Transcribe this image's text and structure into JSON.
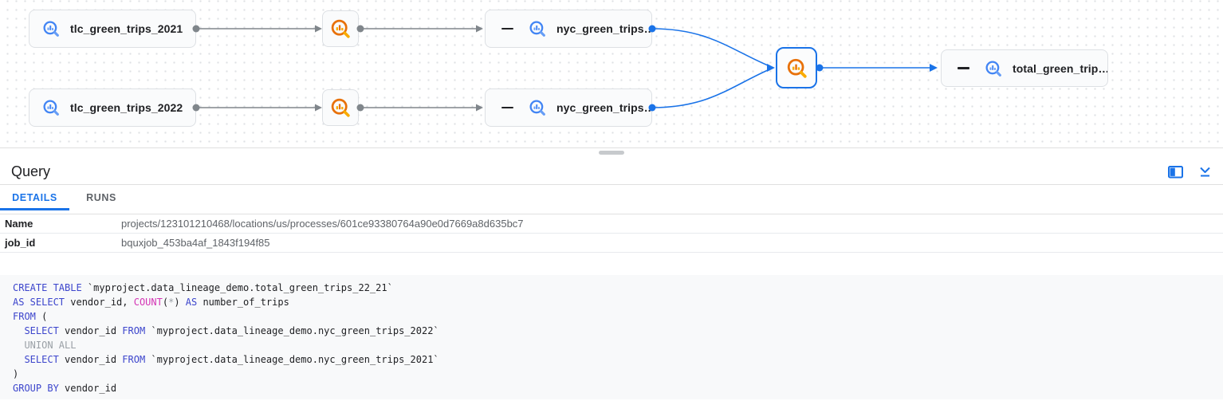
{
  "colors": {
    "accent": "#1a73e8",
    "edge-gray": "#80868b",
    "node-bg": "#fafbfc",
    "node-border": "#dde0e4",
    "bq-blue": "#4285f4",
    "bq-blue-light": "#669df6",
    "bq-orange": "#e8710a",
    "bq-orange-light": "#f9ab00",
    "code-bg": "#f8f9fa",
    "code-kw": "#3c45cc",
    "code-fn": "#d435b5",
    "code-muted": "#9aa0a6",
    "code-text": "#202124"
  },
  "graph": {
    "nodes": {
      "t2021": {
        "label": "tlc_green_trips_2021",
        "type": "table"
      },
      "t2022": {
        "label": "tlc_green_trips_2022",
        "type": "table"
      },
      "nyc_top": {
        "label": "nyc_green_trips…",
        "type": "table",
        "collapsible": true
      },
      "nyc_bottom": {
        "label": "nyc_green_trips…",
        "type": "table",
        "collapsible": true
      },
      "total": {
        "label": "total_green_trip…",
        "type": "table",
        "collapsible": true
      },
      "process_top": {
        "type": "process"
      },
      "process_bottom": {
        "type": "process"
      },
      "process_selected": {
        "type": "process",
        "selected": true
      }
    }
  },
  "panel": {
    "title": "Query",
    "tabs": [
      {
        "label": "DETAILS",
        "active": true
      },
      {
        "label": "RUNS",
        "active": false
      }
    ],
    "details": {
      "rows": [
        {
          "key": "Name",
          "value": "projects/123101210468/locations/us/processes/601ce93380764a90e0d7669a8d635bc7"
        },
        {
          "key": "job_id",
          "value": "bquxjob_453ba4af_1843f194f85"
        }
      ]
    }
  },
  "sql": {
    "lines": [
      [
        {
          "t": "CREATE TABLE",
          "c": "kw"
        },
        {
          "t": " `myproject.data_lineage_demo.total_green_trips_22_21`",
          "c": "txt"
        }
      ],
      [
        {
          "t": "AS SELECT",
          "c": "kw"
        },
        {
          "t": " vendor_id, ",
          "c": "txt"
        },
        {
          "t": "COUNT",
          "c": "fn"
        },
        {
          "t": "(",
          "c": "txt"
        },
        {
          "t": "*",
          "c": "muted"
        },
        {
          "t": ") ",
          "c": "txt"
        },
        {
          "t": "AS",
          "c": "kw"
        },
        {
          "t": " number_of_trips",
          "c": "txt"
        }
      ],
      [
        {
          "t": "FROM",
          "c": "kw"
        },
        {
          "t": " (",
          "c": "txt"
        }
      ],
      [
        {
          "t": "  ",
          "c": "txt"
        },
        {
          "t": "SELECT",
          "c": "kw"
        },
        {
          "t": " vendor_id ",
          "c": "txt"
        },
        {
          "t": "FROM",
          "c": "kw"
        },
        {
          "t": " `myproject.data_lineage_demo.nyc_green_trips_2022`",
          "c": "txt"
        }
      ],
      [
        {
          "t": "  ",
          "c": "txt"
        },
        {
          "t": "UNION ALL",
          "c": "muted"
        }
      ],
      [
        {
          "t": "  ",
          "c": "txt"
        },
        {
          "t": "SELECT",
          "c": "kw"
        },
        {
          "t": " vendor_id ",
          "c": "txt"
        },
        {
          "t": "FROM",
          "c": "kw"
        },
        {
          "t": " `myproject.data_lineage_demo.nyc_green_trips_2021`",
          "c": "txt"
        }
      ],
      [
        {
          "t": ")",
          "c": "txt"
        }
      ],
      [
        {
          "t": "GROUP BY",
          "c": "kw"
        },
        {
          "t": " vendor_id",
          "c": "txt"
        }
      ]
    ]
  }
}
